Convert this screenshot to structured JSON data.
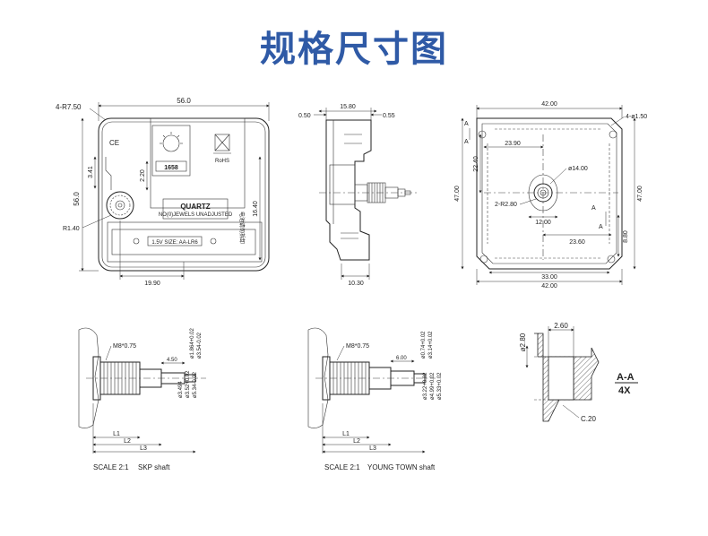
{
  "title": "规格尺寸图",
  "front_view": {
    "width_top": "56.0",
    "corner_radius": "4-R7.50",
    "height_left": "56.0",
    "dim_341": "3.41",
    "dim_220": "2.20",
    "dim_1640": "16.40",
    "gear_radius": "R1.40",
    "dim_1990": "19.90",
    "brand_number": "1658",
    "quartz_label": "QUARTZ",
    "jewel_text": "NO(0)JEWELS UNADJUSTED",
    "battery_text": "1.5V SIZE: AA-LR6",
    "ce_mark": "CE",
    "rohs_mark": "RoHS",
    "side_note": "电池请勿拆卸"
  },
  "side_view": {
    "dim_1580": "15.80",
    "dim_050": "0.50",
    "dim_055": "0.55",
    "dim_1030": "10.30"
  },
  "back_view": {
    "dim_4200_top": "42.00",
    "hole_label": "4-ø1.50",
    "section_a1": "A",
    "section_a2": "A",
    "section_a3": "A",
    "section_a4": "A",
    "dim_2390": "23.90",
    "dim_2240": "22.40",
    "dim_phi14": "ø14.00",
    "dim_4700_left": "47.00",
    "dim_4700_right": "47.00",
    "dim_r280": "2-R2.80",
    "dim_1200": "12.00",
    "dim_2360": "23.60",
    "dim_880": "8.80",
    "dim_3300": "33.00",
    "dim_4200_bottom": "42.00"
  },
  "shaft_skp": {
    "thread": "M8*0.75",
    "dim_450": "4.50",
    "d1": "ø1.864+0.02",
    "d2": "ø3.54-0.02",
    "d3": "ø3.494",
    "d4": "ø3.52+0.02",
    "d5": "ø5.34-0.02",
    "l1": "L1",
    "l2": "L2",
    "l3": "L3",
    "scale": "SCALE  2:1",
    "name": "SKP shaft"
  },
  "shaft_young": {
    "thread": "M8*0.75",
    "dim_600": "6.00",
    "d1": "ø0.74+0.02",
    "d2": "ø3.14+0.02",
    "d3": "ø3.22+0.02",
    "d4": "ø4.99+0.02",
    "d5": "ø5.33+0.02",
    "l1": "L1",
    "l2": "L2",
    "l3": "L3",
    "scale": "SCALE  2:1",
    "name": "YOUNG TOWN shaft"
  },
  "section_detail": {
    "dim_260": "2.60",
    "dim_280": "ø2.80",
    "chamfer": "C.20",
    "label": "A-A",
    "count": "4X"
  }
}
